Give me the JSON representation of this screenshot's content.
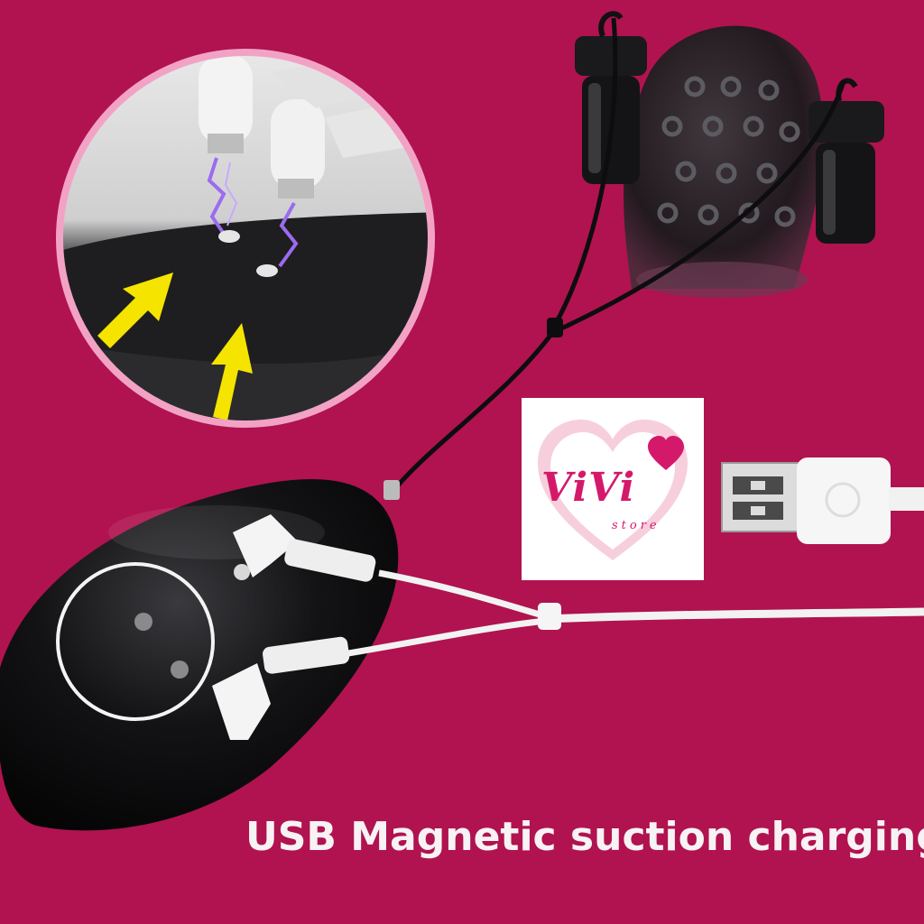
{
  "caption": {
    "text": "USB Magnetic suction charging"
  },
  "logo": {
    "name": "ViVi",
    "sub": "store"
  },
  "colors": {
    "background": "#b0134f",
    "device": "#0e0e10",
    "cable_white": "#f2f2f2",
    "arrow": "#f5e400",
    "spark": "#9b6bf0",
    "logo_pink": "#d4196b",
    "heart_light": "#f7cfdc"
  }
}
